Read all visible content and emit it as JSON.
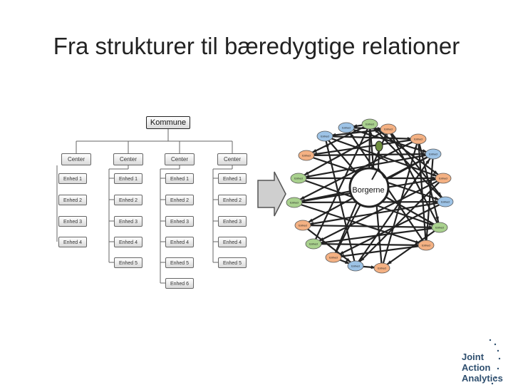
{
  "title": "Fra strukturer til bæredygtige relationer",
  "org": {
    "root": "Kommune",
    "centers": [
      "Center",
      "Center",
      "Center",
      "Center"
    ],
    "columns": [
      [
        "Enhed 1",
        "Enhed 2",
        "Enhed 3",
        "Enhed 4"
      ],
      [
        "Enhed 1",
        "Enhed 2",
        "Enhed 3",
        "Enhed 4",
        "Enhed 5"
      ],
      [
        "Enhed 1",
        "Enhed 2",
        "Enhed 3",
        "Enhed 4",
        "Enhed 5",
        "Enhed 6"
      ],
      [
        "Enhed 1",
        "Enhed 2",
        "Enhed 3",
        "Enhed 4",
        "Enhed 5"
      ]
    ]
  },
  "network": {
    "center_label": "Borgerne",
    "node_label": "Enhed",
    "node_colors": {
      "blue": "#9dc3e6",
      "green": "#a9d18e",
      "orange": "#f4b183"
    },
    "nodes": [
      {
        "color": "green"
      },
      {
        "color": "blue"
      },
      {
        "color": "orange"
      },
      {
        "color": "blue"
      },
      {
        "color": "orange"
      },
      {
        "color": "orange"
      },
      {
        "color": "blue"
      },
      {
        "color": "green"
      },
      {
        "color": "orange"
      },
      {
        "color": "green"
      },
      {
        "color": "blue"
      },
      {
        "color": "orange"
      },
      {
        "color": "green"
      },
      {
        "color": "green"
      },
      {
        "color": "orange"
      },
      {
        "color": "orange"
      },
      {
        "color": "blue"
      },
      {
        "color": "orange"
      }
    ]
  },
  "logo": {
    "lines": [
      "Joint",
      "Action",
      "Analytics"
    ],
    "color": "#2f4f6f"
  }
}
